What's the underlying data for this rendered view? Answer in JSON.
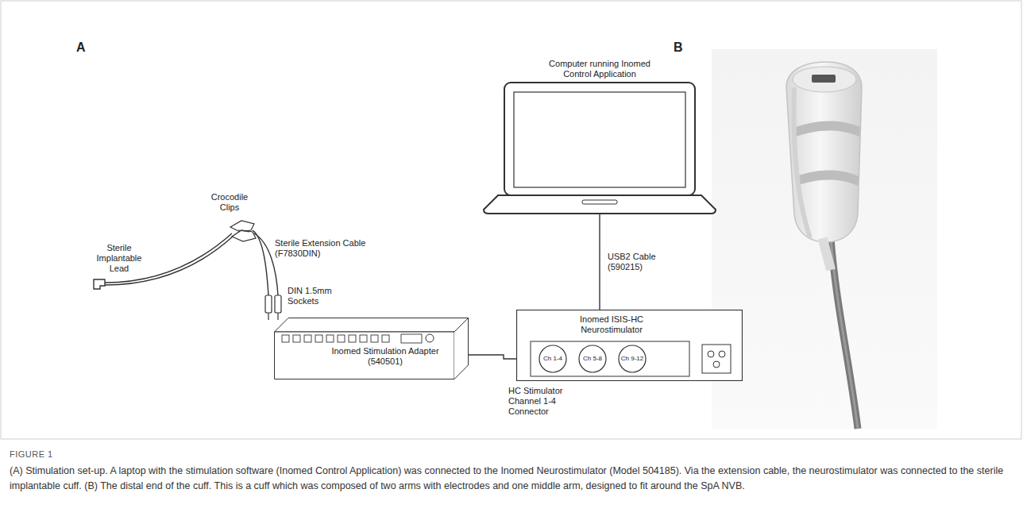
{
  "diagram": {
    "title": "FIGURE 1",
    "caption": "(A) Stimulation set-up. A laptop with the stimulation software (Inomed Control Application) was connected to the Inomed Neurostimulator (Model 504185). Via the extension cable, the neurostimulator was connected to the sterile implantable cuff. (B) The distal end of the cuff. This is a cuff which was composed of two arms with electrodes and one middle arm, designed to fit around the SpA NVB.",
    "nodes": [
      {
        "text": [
          "Computer running Inomed Control Application"
        ]
      },
      {
        "text": [
          "Inomed ISIS-HC Neurostimulator"
        ]
      },
      {
        "text": [
          "Ch 1-4"
        ],
        "in": 1
      },
      {
        "text": [
          "Ch 5-8"
        ],
        "in": 1
      },
      {
        "text": [
          "Ch 9-12"
        ],
        "in": 1
      },
      {
        "text": [
          "Inomed Stimulation Adapter (540501)"
        ]
      }
    ],
    "edges": [
      {
        "from": 0,
        "to": 1,
        "arrow": "none",
        "label": "USB2 Cable (590215)"
      },
      {
        "from": 5,
        "to": 2,
        "arrow": "none"
      }
    ],
    "labels": [
      "A",
      "B",
      "Sterile Implantable Lead",
      "Crocodile Clips",
      "Sterile Extension Cable (F7830DIN)",
      "DIN 1.5mm Sockets",
      "HC Stimulator Channel 1-4 Connector"
    ]
  }
}
